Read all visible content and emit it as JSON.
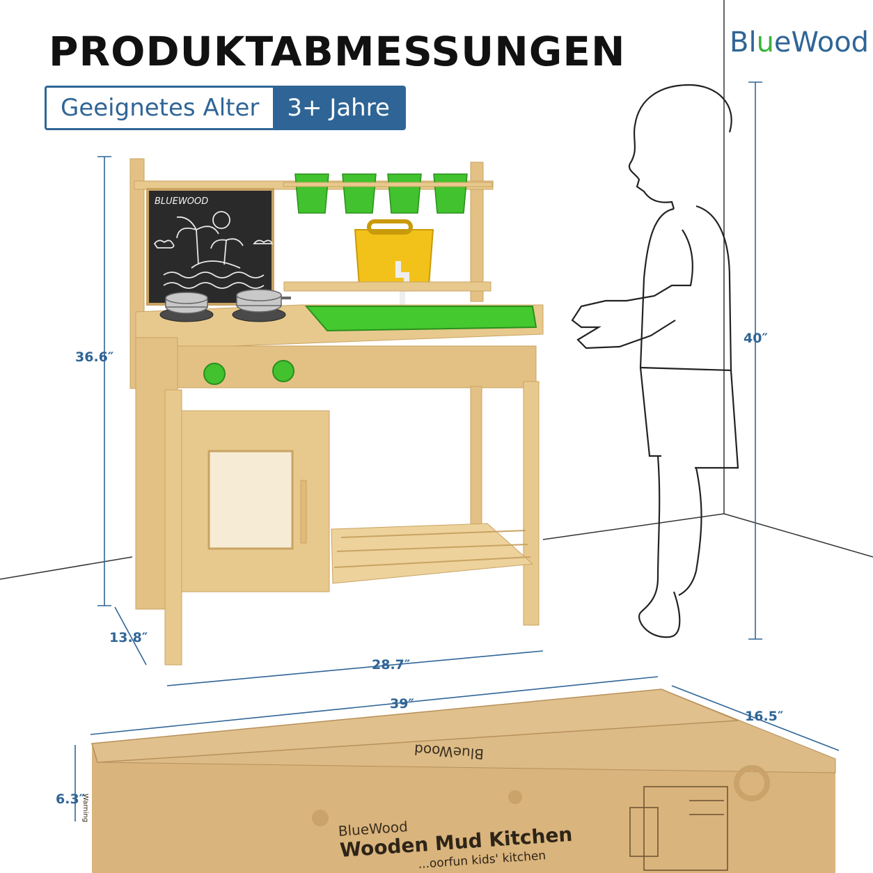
{
  "heading": "PRODUKTABMESSUNGEN",
  "age": {
    "label": "Geeignetes Alter",
    "value": "3+ Jahre"
  },
  "brand": {
    "pre": "Bl",
    "u": "u",
    "post": "eWood"
  },
  "chalkboard_text": "BLUEWOOD",
  "dimensions": {
    "product_height": "36.6″",
    "product_depth": "13.8″",
    "product_width": "28.7″",
    "child_height": "40″",
    "box_length": "39″",
    "box_depth": "16.5″",
    "box_height": "6.3″"
  },
  "box": {
    "top_logo": "BlueWood",
    "side_logo": "BlueWood",
    "product_name": "Wooden Mud Kitchen",
    "tagline": "...oorfun kids' kitchen",
    "warning": "Warning"
  },
  "colors": {
    "accent": "#2f6596",
    "green": "#3bbf2c",
    "wood": "#e8c98d",
    "cardboard": "#d9b47c"
  }
}
